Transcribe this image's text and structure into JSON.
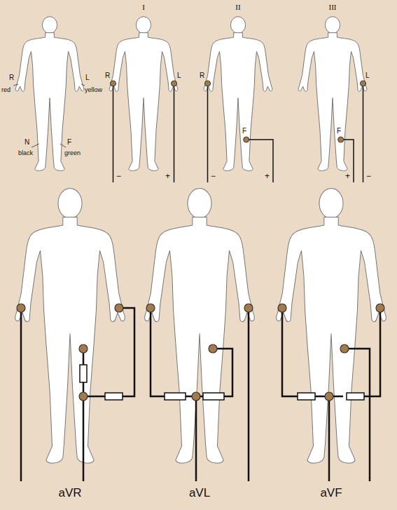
{
  "diagram": {
    "labels": [
      "R",
      "red",
      "L",
      "yellow",
      "N",
      "black",
      "F",
      "green",
      "I",
      "R",
      "L",
      "−",
      "+",
      "II",
      "R",
      "F",
      "−",
      "+",
      "III",
      "L",
      "F",
      "+",
      "−",
      "aVR",
      "aVL",
      "aVF"
    ]
  }
}
